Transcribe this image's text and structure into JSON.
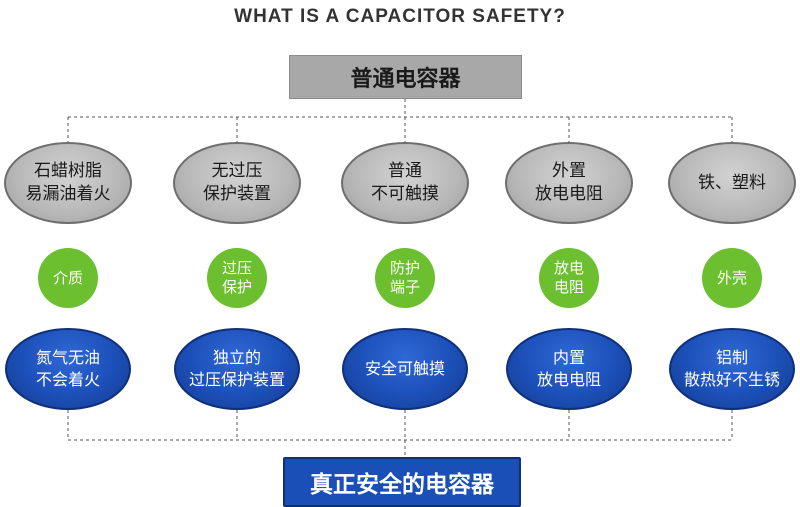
{
  "title": "WHAT IS A CAPACITOR SAFETY?",
  "top_label": "普通电容器",
  "bottom_label": "真正安全的电容器",
  "colors": {
    "grey_fill": "#b7b7b7",
    "green_fill": "#6cbf2f",
    "blue_fill": "#1c4fb8",
    "bottom_box": "#1a4fb8"
  },
  "columns": [
    {
      "problem": "石蜡树脂\n易漏油着火",
      "aspect": "介质",
      "solution": "氮气无油\n不会着火"
    },
    {
      "problem": "无过压\n保护装置",
      "aspect": "过压\n保护",
      "solution": "独立的\n过压保护装置"
    },
    {
      "problem": "普通\n不可触摸",
      "aspect": "防护\n端子",
      "solution": "安全可触摸"
    },
    {
      "problem": "外置\n放电电阻",
      "aspect": "放电\n电阻",
      "solution": "内置\n放电电阻"
    },
    {
      "problem": "铁、塑料",
      "aspect": "外壳",
      "solution": "铝制\n散热好不生锈"
    }
  ]
}
